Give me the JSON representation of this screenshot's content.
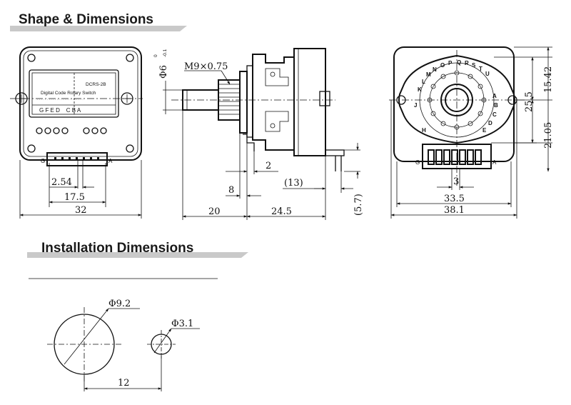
{
  "headings": {
    "shape": "Shape & Dimensions",
    "install": "Installation Dimensions"
  },
  "front_view": {
    "model": "DCRS-2B",
    "product": "Digital Code Rotary Switch",
    "code_letters": "G F E D    C B A",
    "pin_left": "G",
    "pin_right": "A",
    "dims": {
      "pitch": "2.54",
      "pins": "17.5",
      "width": "32"
    }
  },
  "side_view": {
    "thread": "M9×0.75",
    "shaft_dia": "Φ6",
    "tol_upper": "0",
    "tol_lower": "-0.1",
    "dims": {
      "d2": "2",
      "d8": "8",
      "d13": "(13)",
      "d57": "(5.7)",
      "d20": "20",
      "d245": "24.5"
    }
  },
  "back_view": {
    "pin_left": "G",
    "pin_right": "A",
    "dims": {
      "d1542": "15.42",
      "d255": "25.5",
      "d2105": "21.05",
      "d3": "3",
      "d335": "33.5",
      "d381": "38.1"
    }
  },
  "installation": {
    "hole_large": "Φ9.2",
    "hole_small": "Φ3.1",
    "spacing": "12"
  }
}
